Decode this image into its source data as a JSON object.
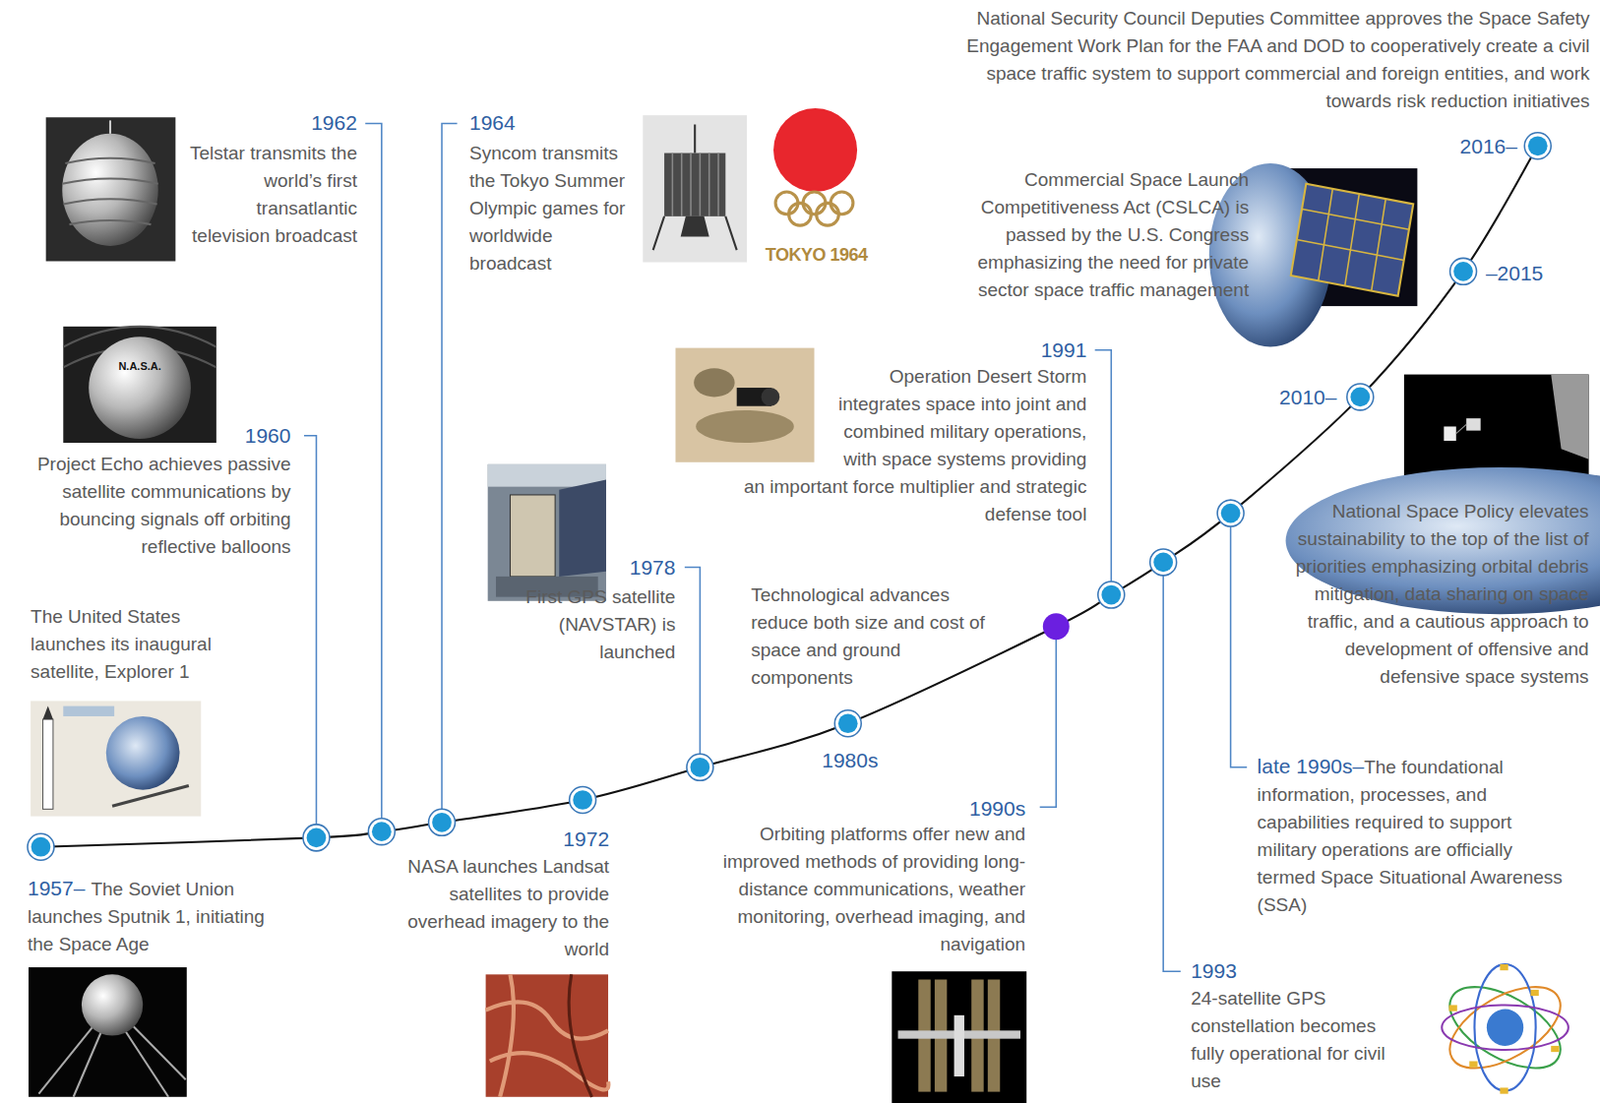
{
  "diagram": {
    "labels": [
      "National Security Council Deputies Committee approves the Space Safety Engagement Work Plan for the FAA and DOD to cooperatively create a civil space traffic system to support commercial and foreign entities, and work towards risk reduction initiatives",
      "2016–",
      "1962",
      "Telstar transmits the world’s first transatlantic television broadcast",
      "1964",
      "Syncom transmits the Tokyo Summer Olympic games for worldwide broadcast",
      "TOKYO 1964",
      "Commercial Space Launch Competitiveness Act (CSLCA) is passed by the U.S. Congress emphasizing the need for private sector space traffic management",
      "–2015",
      "N.A.S.A.",
      "1960",
      "Project Echo achieves passive satellite communications by bouncing signals off orbiting reflective balloons",
      "1991",
      "Operation Desert Storm integrates space into joint and combined military operations, with space systems providing an important force multiplier and strategic defense tool",
      "2010–",
      "National Space Policy elevates sustainability to the top of the list of priorities emphasizing orbital debris mitigation, data sharing on space traffic, and a cautious approach to development of offensive and defensive space systems",
      "1978",
      "First GPS satellite (NAVSTAR) is launched",
      "Technological advances reduce both size and cost of space and ground components",
      "The United States launches its inaugural satellite, Explorer 1",
      "1980s",
      "late 1990s–",
      "The foundational information, processes, and capabilities required to support military operations are officially termed Space Situational Awareness (SSA)",
      "1990s",
      "Orbiting platforms offer new and improved methods of providing long-distance communications, weather monitoring, overhead imaging, and navigation",
      "1972",
      "NASA launches Landsat satellites to provide overhead imagery to the world",
      "1957–",
      "The Soviet Union launches Sputnik 1, initiating the Space Age",
      "1993",
      "24-satellite GPS constellation becomes fully operational for civil use"
    ]
  }
}
